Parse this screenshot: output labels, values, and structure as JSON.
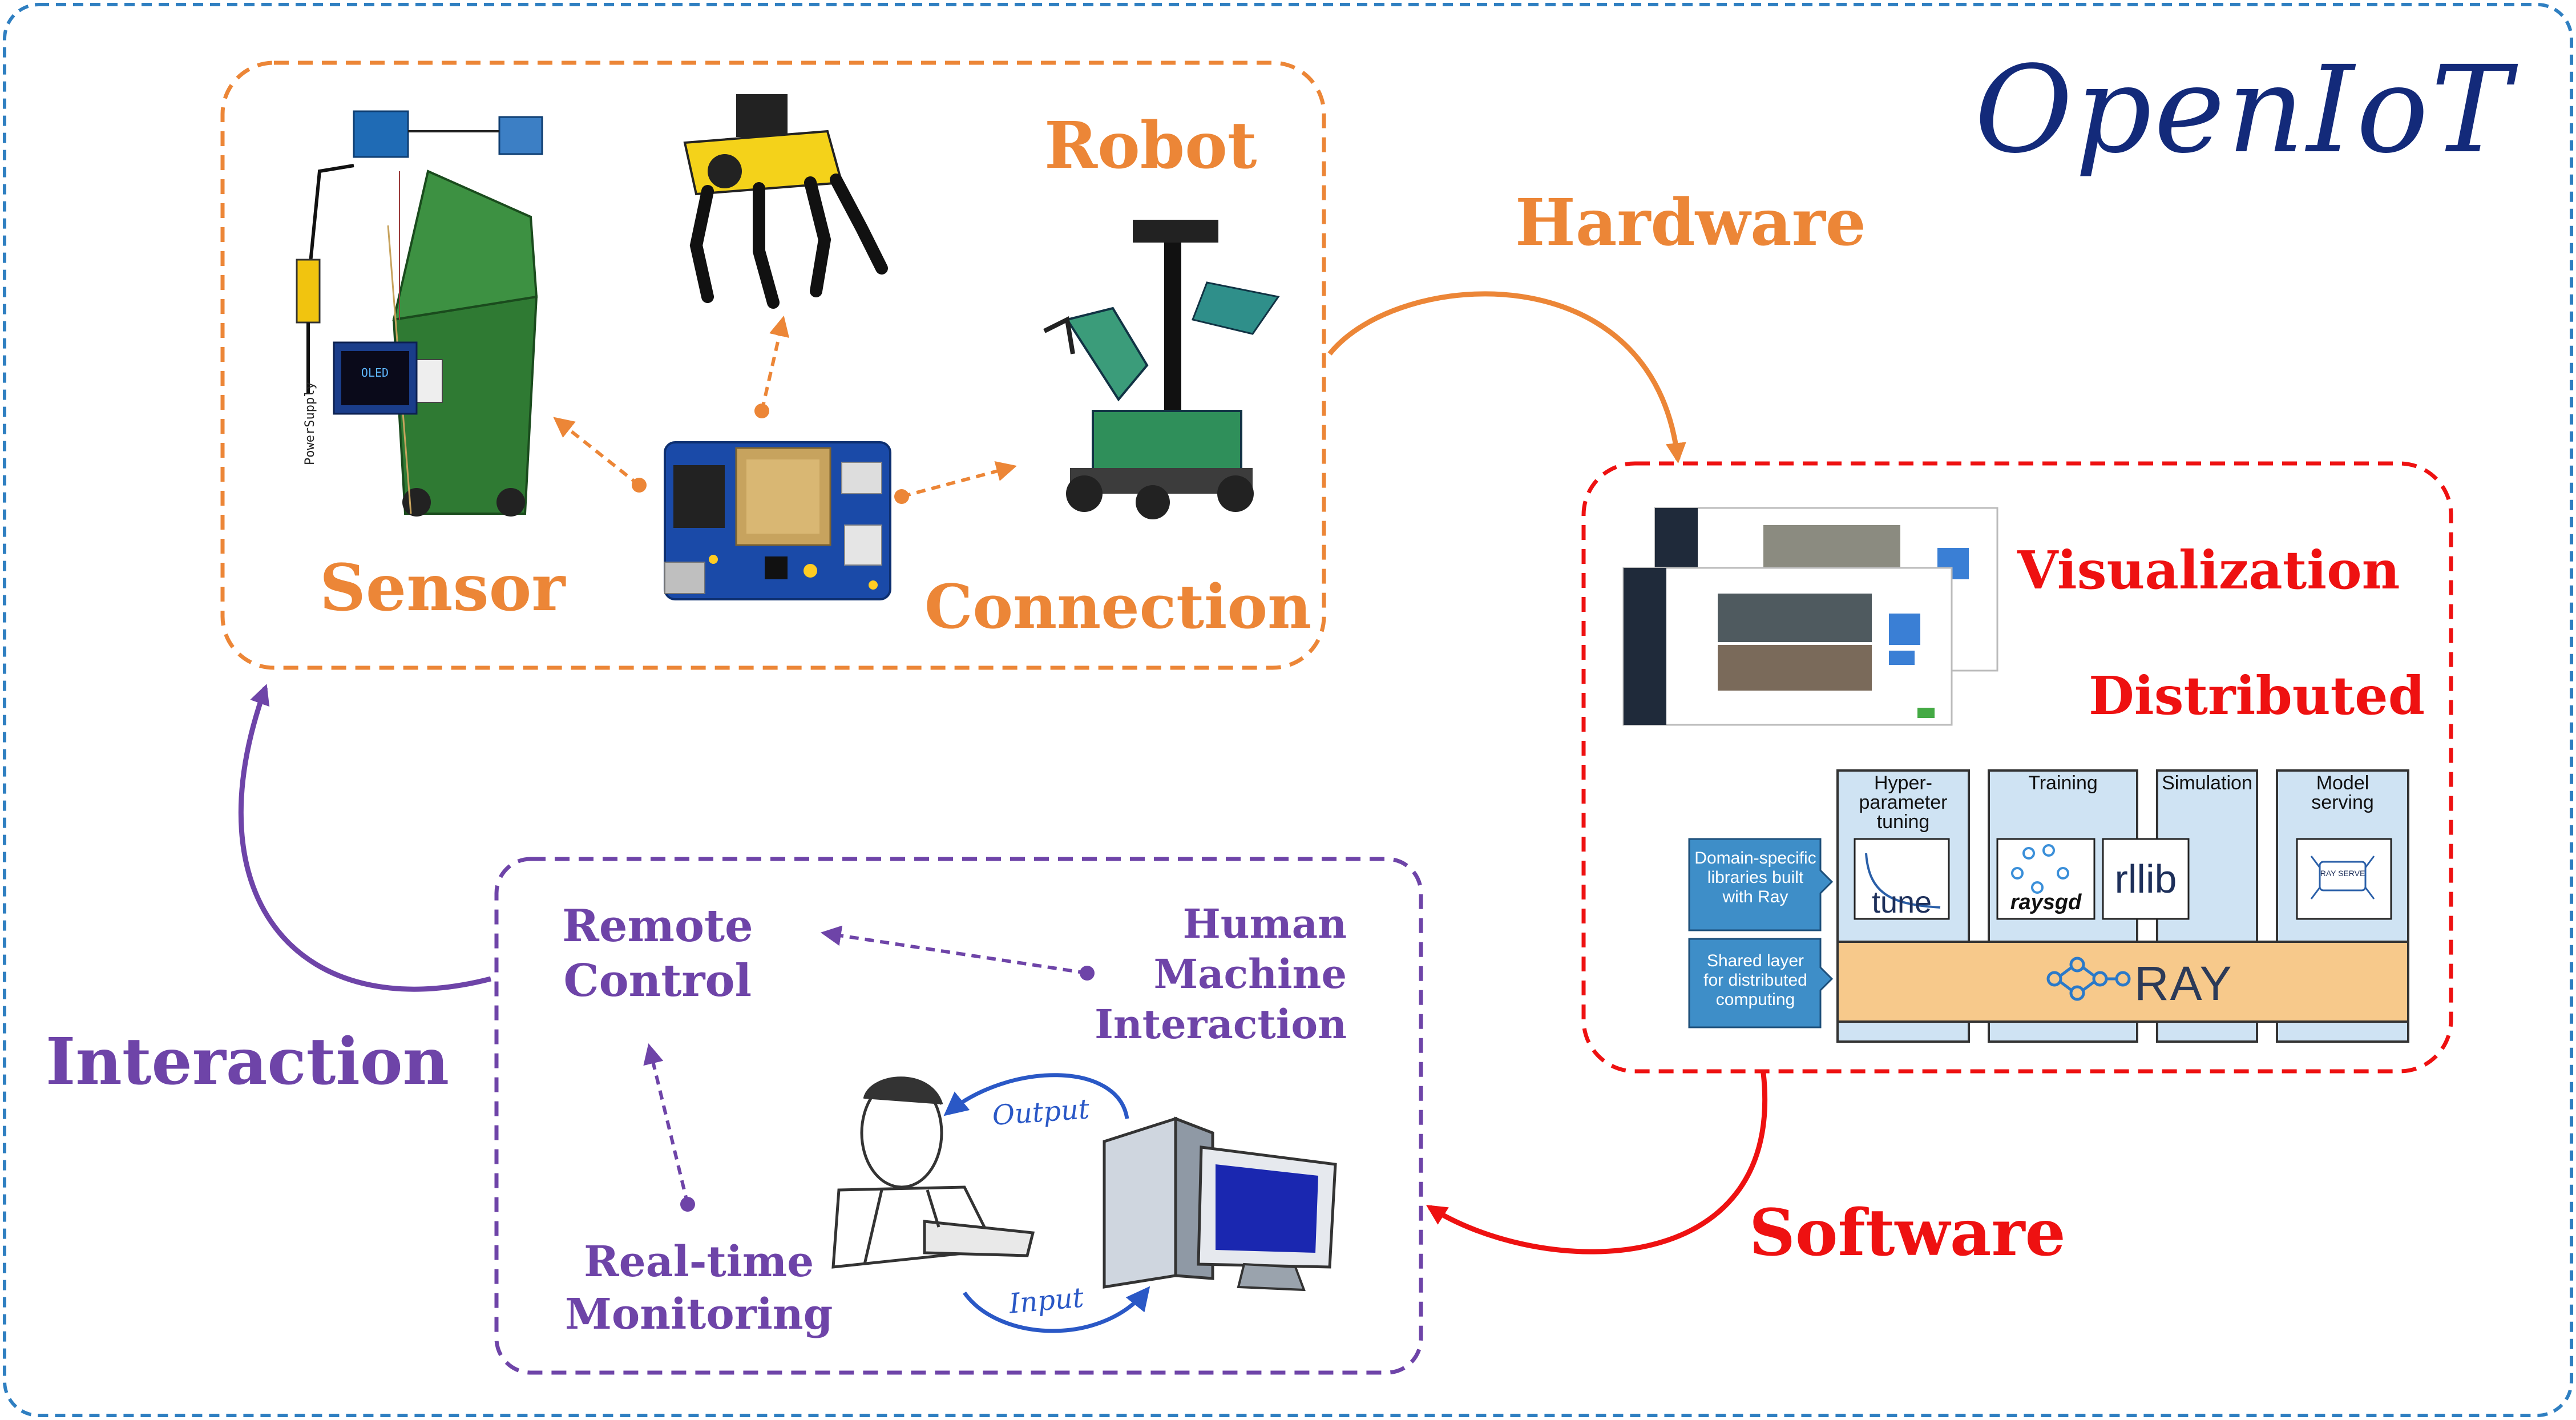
{
  "title": "OpenIoT",
  "hardware": {
    "arc_label": "Hardware",
    "robot": "Robot",
    "sensor": "Sensor",
    "connection": "Connection",
    "oled_text": "OLED",
    "power_label": "PowerSupply"
  },
  "software": {
    "arc_label": "Software",
    "visualization": "Visualization",
    "distributed": "Distributed",
    "ray": {
      "columns": [
        {
          "title": "Hyper-\nparameter\ntuning",
          "lib": "tune"
        },
        {
          "title": "Training",
          "libs": [
            "raysgd",
            "rllib"
          ]
        },
        {
          "title": "Simulation"
        },
        {
          "title": "Model\nserving",
          "lib": "RAY SERVE"
        }
      ],
      "side_labels": [
        "Domain-specific\nlibraries built\nwith Ray",
        "Shared layer\nfor distributed\ncomputing"
      ],
      "core_label": "RAY"
    }
  },
  "interaction": {
    "arc_label": "Interaction",
    "remote_control": "Remote\nControl",
    "hmi": "Human\nMachine\nInteraction",
    "monitoring": "Real-time\nMonitoring",
    "output_label": "Output",
    "input_label": "Input"
  },
  "colors": {
    "outer_border": "#2f7fc1",
    "hardware": "#ec8637",
    "software": "#ee1111",
    "interaction": "#6e44a8",
    "title": "#132a7a",
    "ray_column": "#cfe3f3",
    "ray_core": "#f7c98b",
    "ray_side": "#3e8ec8"
  }
}
